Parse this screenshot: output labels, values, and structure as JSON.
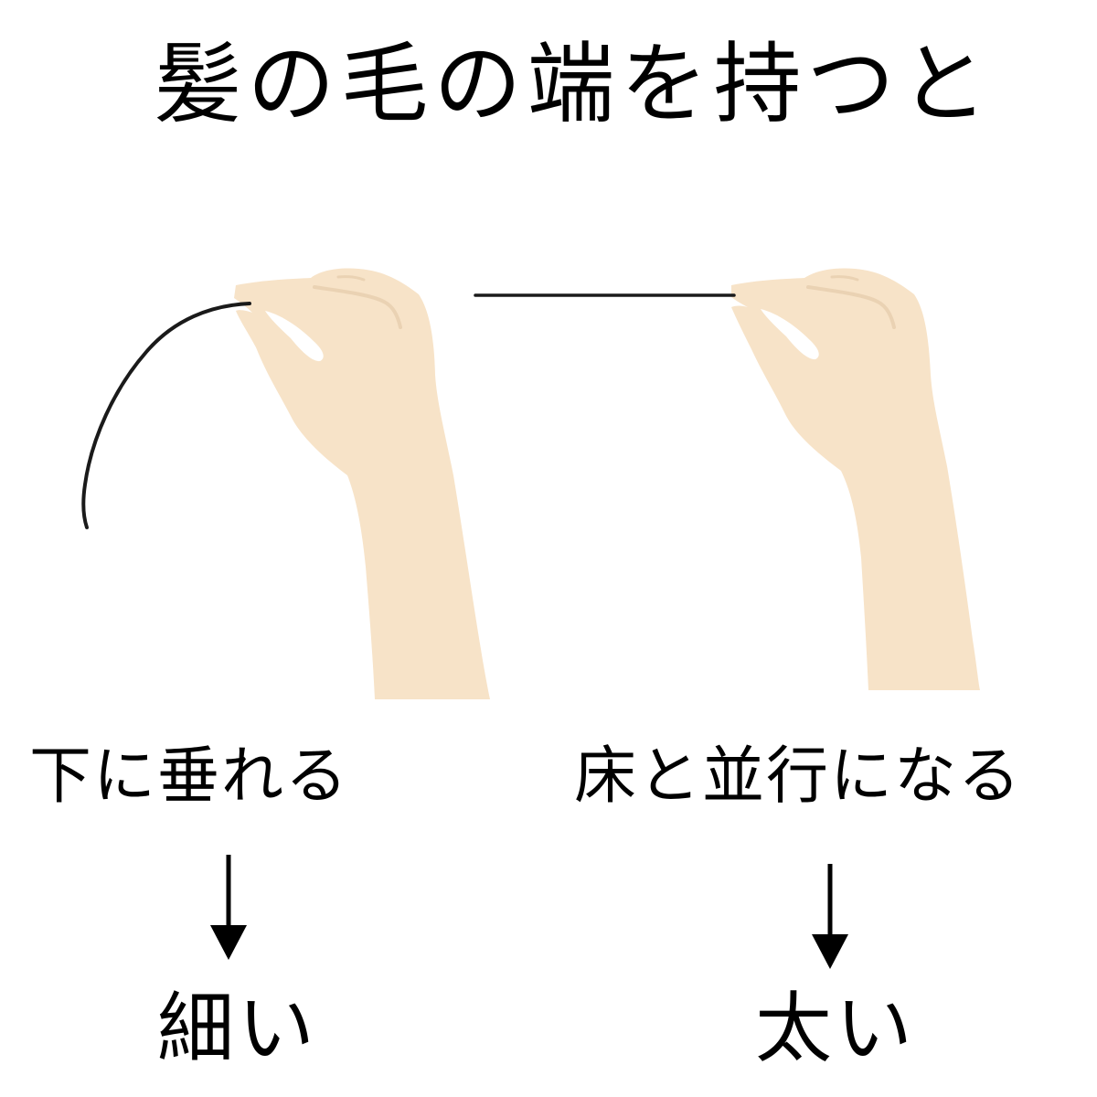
{
  "title": "髪の毛の端を持つと",
  "colors": {
    "background": "#ffffff",
    "text": "#000000",
    "skin": "#f7e3c8",
    "skin_crease": "#ead2b3",
    "hair": "#1a1a1a"
  },
  "panels": [
    {
      "position": "left",
      "hair_shape": "curved-drooping",
      "condition": "下に垂れる",
      "arrow_icon": "down-arrow",
      "result": "細い"
    },
    {
      "position": "right",
      "hair_shape": "straight-horizontal",
      "condition": "床と並行になる",
      "arrow_icon": "down-arrow",
      "result": "太い"
    }
  ]
}
